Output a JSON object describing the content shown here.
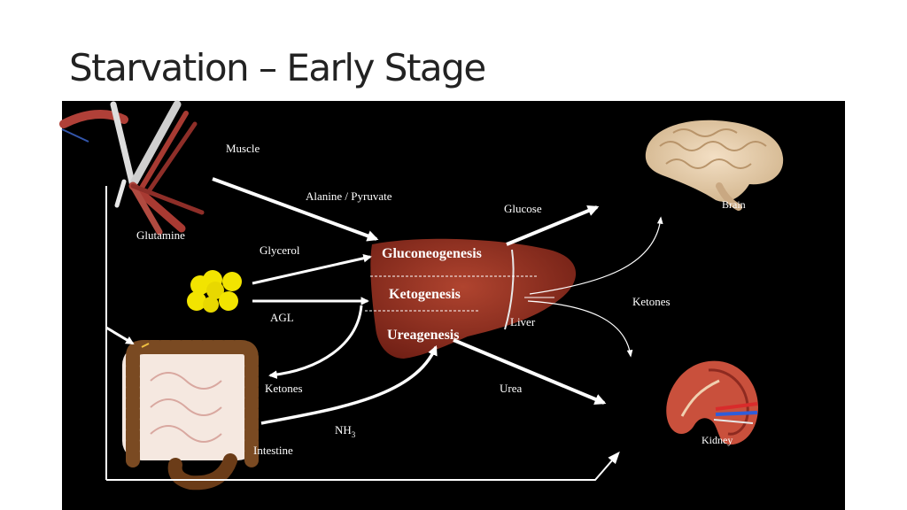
{
  "title": "Starvation – Early Stage",
  "labels": {
    "muscle": "Muscle",
    "glutamine": "Glutamine",
    "alanine_pyruvate": "Alanine / Pyruvate",
    "glycerol": "Glycerol",
    "agl": "AGL",
    "gluconeogenesis": "Gluconeogenesis",
    "ketogenesis": "Ketogenesis",
    "ureagenesis": "Ureagenesis",
    "liver": "Liver",
    "glucose": "Glucose",
    "brain": "Brain",
    "ketones_right": "Ketones",
    "ketones_left": "Ketones",
    "urea": "Urea",
    "kidney": "Kidney",
    "nh3_base": "NH",
    "nh3_sub": "3",
    "intestine": "Intestine"
  },
  "colors": {
    "panel": "#000000",
    "liver": "#8b2a1e",
    "fat": "#f2e400",
    "arrow": "#ffffff"
  },
  "icons": [
    "muscle-illustration",
    "fat-cells-illustration",
    "intestine-illustration",
    "liver-illustration",
    "brain-illustration",
    "kidney-illustration"
  ]
}
